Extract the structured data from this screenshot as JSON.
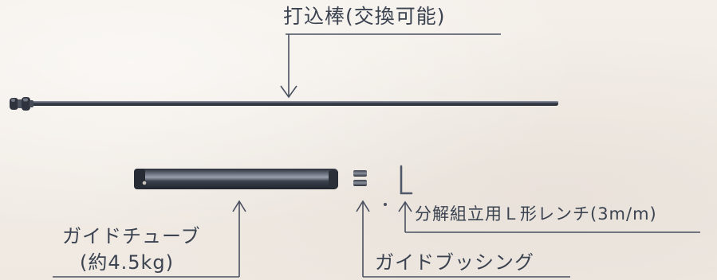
{
  "labels": {
    "drive_rod": "打込棒(交換可能)",
    "wrench": "分解組立用Ｌ形レンチ(3m/m)",
    "guide_tube_name": "ガイドチューブ",
    "guide_tube_weight": "(約4.5kg)",
    "guide_bushing": "ガイドブッシング"
  },
  "colors": {
    "background": "#f1ece6",
    "text": "#3b4250",
    "line": "#4a5060",
    "metal_dark": "#2f3542",
    "metal_mid": "#5a6070"
  }
}
